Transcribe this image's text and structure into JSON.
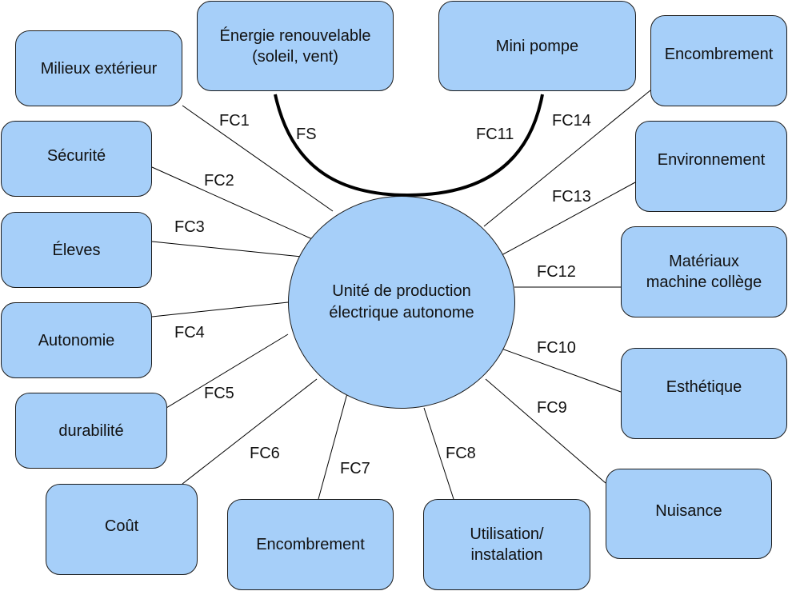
{
  "center": {
    "label": "Unité de production\nélectrique autonome"
  },
  "nodes": [
    {
      "id": "milieux",
      "label": "Milieux extérieur"
    },
    {
      "id": "energie",
      "label": "Énergie renouvelable\n(soleil, vent)"
    },
    {
      "id": "pompe",
      "label": "Mini pompe"
    },
    {
      "id": "encombrement-top",
      "label": "Encombrement"
    },
    {
      "id": "securite",
      "label": "Sécurité"
    },
    {
      "id": "environnement",
      "label": "Environnement"
    },
    {
      "id": "eleves",
      "label": "Éleves"
    },
    {
      "id": "materiaux",
      "label": "Matériaux\nmachine collège"
    },
    {
      "id": "autonomie",
      "label": "Autonomie"
    },
    {
      "id": "esthetique",
      "label": "Esthétique"
    },
    {
      "id": "durabilite",
      "label": "durabilité"
    },
    {
      "id": "nuisance",
      "label": "Nuisance"
    },
    {
      "id": "cout",
      "label": "Coût"
    },
    {
      "id": "encombrement-bottom",
      "label": "Encombrement"
    },
    {
      "id": "utilisation",
      "label": "Utilisation/\ninstalation"
    }
  ],
  "functions": {
    "fs": "FS",
    "fc1": "FC1",
    "fc2": "FC2",
    "fc3": "FC3",
    "fc4": "FC4",
    "fc5": "FC5",
    "fc6": "FC6",
    "fc7": "FC7",
    "fc8": "FC8",
    "fc9": "FC9",
    "fc10": "FC10",
    "fc11": "FC11",
    "fc12": "FC12",
    "fc13": "FC13",
    "fc14": "FC14"
  },
  "colors": {
    "fill": "#a6cff9",
    "stroke": "#1a1a1a"
  }
}
